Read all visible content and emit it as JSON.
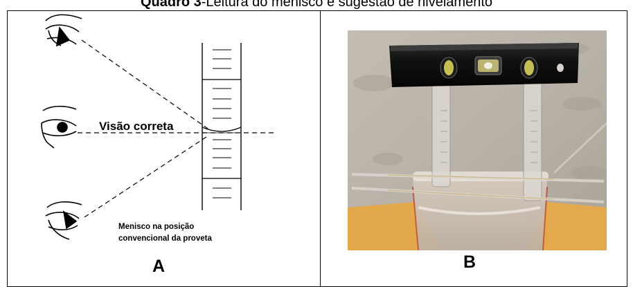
{
  "caption": {
    "bold_part": "Quadro 3",
    "rest": "-Leitura do menisco e sugestão de nivelamento"
  },
  "panel_a": {
    "label": "A",
    "correct_view_label": "Visão correta",
    "meniscus_label_line1": "Menisco na posição",
    "meniscus_label_line2": "convencional da proveta"
  },
  "panel_b": {
    "label": "B"
  }
}
